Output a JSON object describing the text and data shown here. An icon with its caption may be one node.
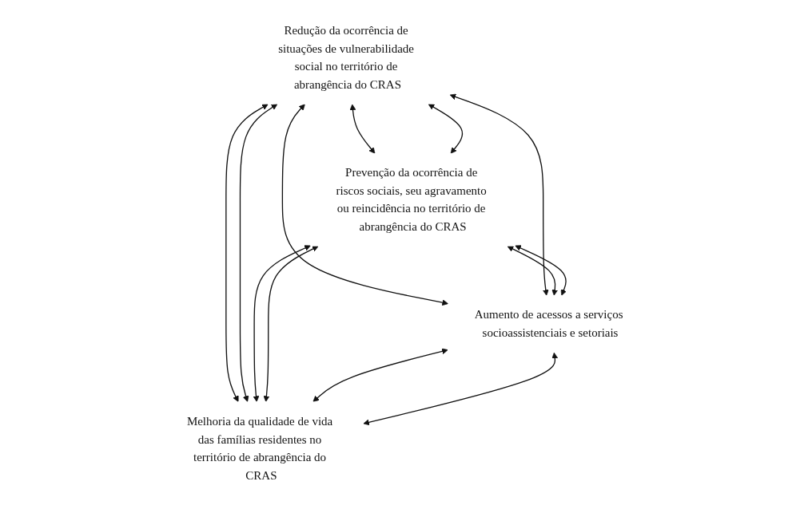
{
  "diagram": {
    "nodes": [
      {
        "text": [
          "Redução da ocorrência de situações de vulnerabilidade social no território de abrangência do CRAS"
        ]
      },
      {
        "text": [
          "Prevenção da ocorrência de riscos sociais, seu agravamento ou reincidência no território de abrangência do CRAS"
        ]
      },
      {
        "text": [
          "Aumento de acessos a serviços socioassistenciais e setoriais"
        ]
      },
      {
        "text": [
          "Melhoria da qualidade de vida das famílias residentes no território de abrangência do CRAS"
        ]
      }
    ],
    "edges": [
      {
        "from": 0,
        "to": 1,
        "arrow": "both"
      },
      {
        "from": 0,
        "to": 1,
        "arrow": "both"
      },
      {
        "from": 0,
        "to": 2,
        "arrow": "both"
      },
      {
        "from": 0,
        "to": 2,
        "arrow": "both"
      },
      {
        "from": 1,
        "to": 2,
        "arrow": "both"
      },
      {
        "from": 1,
        "to": 2,
        "arrow": "both"
      },
      {
        "from": 0,
        "to": 3,
        "arrow": "both"
      },
      {
        "from": 0,
        "to": 3,
        "arrow": "both"
      },
      {
        "from": 1,
        "to": 3,
        "arrow": "both"
      },
      {
        "from": 1,
        "to": 3,
        "arrow": "both"
      },
      {
        "from": 2,
        "to": 3,
        "arrow": "both"
      },
      {
        "from": 2,
        "to": 3,
        "arrow": "both"
      }
    ]
  }
}
